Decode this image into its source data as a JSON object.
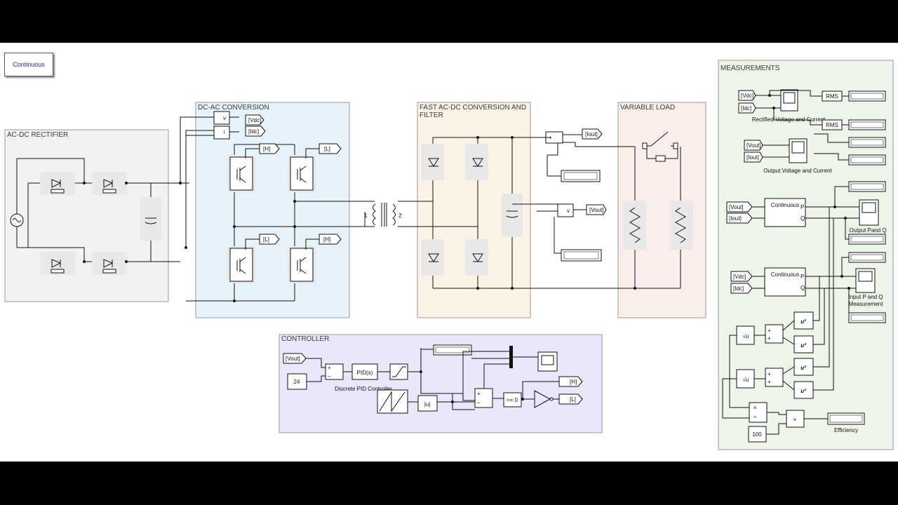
{
  "solver": {
    "label": "Continuous"
  },
  "subsystems": {
    "rectifier": "AC-DC RECTIFIER",
    "dcac": "DC-AC CONVERSION",
    "fast_line1": "FAST AC-DC CONVERSION AND",
    "fast_line2": "FILTER",
    "load": "VARIABLE LOAD",
    "controller": "CONTROLLER",
    "measurements": "MEASUREMENTS"
  },
  "tags": {
    "vdc": "[Vdc]",
    "idc": "[Idc]",
    "h": "[H]",
    "l": "[L]",
    "iout": "[Iout]",
    "vout": "[Vout]"
  },
  "labels": {
    "pid": "PID(s)",
    "pid_caption": "Discrete PID Controller",
    "const24": "24",
    "abs": "|u|",
    "compare": ">= 0",
    "rms": "RMS",
    "rect_scope": "Rectified Voltage and Current",
    "out_scope": "Output Voltage and Current",
    "pq_block": "Continuous",
    "p_port": "P",
    "q_port": "Q",
    "out_pq": "Output Pand Q",
    "in_pq_line1": "Input P and Q",
    "in_pq_line2": "Measurement",
    "u2": "u²",
    "sqrt": "√u",
    "const100": "100",
    "efficiency": "Efficiency",
    "mul": "×",
    "div_top": "×",
    "div_bot": "÷",
    "tr1": "1",
    "tr2": "2",
    "v": "v",
    "i": "i"
  }
}
